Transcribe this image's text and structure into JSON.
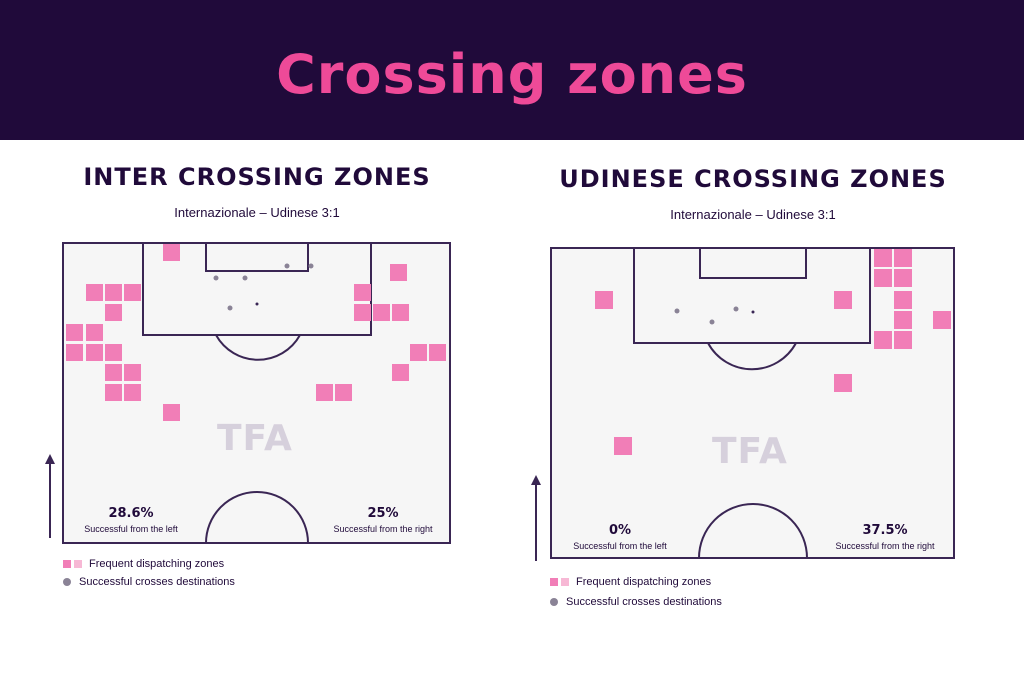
{
  "header": {
    "title": "Crossing zones"
  },
  "colors": {
    "header_bg": "#200a3a",
    "accent": "#ee4a98",
    "zone_pink": "#f17eb7",
    "zone_light": "#f7b8d5",
    "pitch_line": "#3a2654",
    "pitch_fill": "#f6f6f6",
    "dot": "#8a8396",
    "watermark": "#d6d0dc"
  },
  "panels": [
    {
      "title": "INTER CROSSING ZONES",
      "subtitle": "Internazionale – Udinese 3:1",
      "watermark": "TFA",
      "left_stat": {
        "value": "28.6%",
        "label": "Successful from the left"
      },
      "right_stat": {
        "value": "25%",
        "label": "Successful from the right"
      },
      "legend": {
        "zones": "Frequent dispatching zones",
        "destinations": "Successful crosses destinations"
      }
    },
    {
      "title": "UDINESE CROSSING ZONES",
      "subtitle": "Internazionale – Udinese 3:1",
      "watermark": "TFA",
      "left_stat": {
        "value": "0%",
        "label": "Successful from the left"
      },
      "right_stat": {
        "value": "37.5%",
        "label": "Successful from the right"
      },
      "legend": {
        "zones": "Frequent dispatching zones",
        "destinations": "Successful crosses destinations"
      }
    }
  ]
}
